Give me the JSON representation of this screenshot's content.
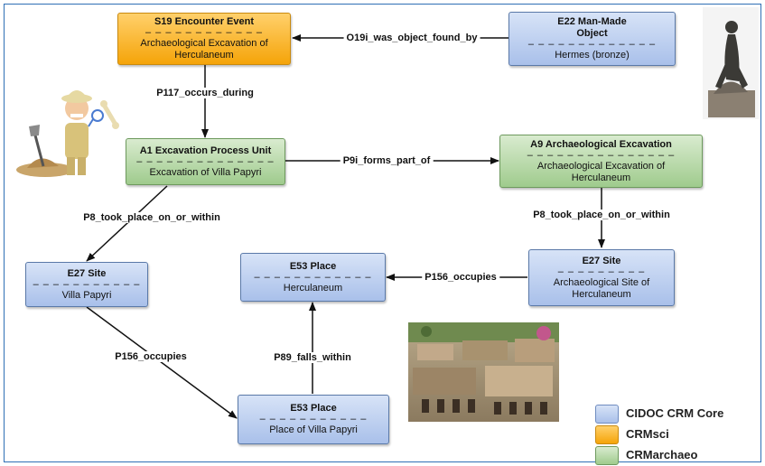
{
  "nodes": {
    "s19": {
      "title": "S19 Encounter Event",
      "dash": "– – – – – – – – – – – –",
      "desc": "Archaeological Excavation of Herculaneum"
    },
    "e22": {
      "title": "E22 Man-Made Object",
      "dash": "– – – – – – – – – – – – –",
      "desc": "Hermes (bronze)"
    },
    "a1": {
      "title": "A1 Excavation Process Unit",
      "dash": "– – – – – – – – – – – – – –",
      "desc": "Excavation of Villa Papyri"
    },
    "a9": {
      "title": "A9 Archaeological Excavation",
      "dash": "– – – – – – – – – – – – – – –",
      "desc": "Archaeological Excavation of Herculaneum"
    },
    "e27a": {
      "title": "E27 Site",
      "dash": "– – – – – – – – – – –",
      "desc": "Villa Papyri"
    },
    "e53a": {
      "title": "E53 Place",
      "dash": "– – – – – – – – – – – –",
      "desc": "Herculaneum"
    },
    "e27b": {
      "title": "E27 Site",
      "dash": "– – – – – – – – –",
      "desc": "Archaeological Site of Herculaneum"
    },
    "e53b": {
      "title": "E53 Place",
      "dash": "– – – – – – – – – – –",
      "desc": "Place of Villa Papyri"
    }
  },
  "edges": {
    "o19i": "O19i_was_object_found_by",
    "p117": "P117_occurs_during",
    "p9i": "P9i_forms_part_of",
    "p8a": "P8_took_place_on_or_within",
    "p8b": "P8_took_place_on_or_within",
    "p156a": "P156_occupies",
    "p156b": "P156_occupies",
    "p89": "P89_falls_within"
  },
  "legend": [
    {
      "label": "CIDOC CRM Core",
      "color": "#b3c8ee"
    },
    {
      "label": "CRMsci",
      "color": "#f5a409"
    },
    {
      "label": "CRMarchaeo",
      "color": "#a9d196"
    }
  ],
  "images": {
    "archaeologist": "archaeologist-cartoon",
    "statue": "hermes-bronze-statue-photo",
    "ruins": "herculaneum-ruins-photo"
  }
}
